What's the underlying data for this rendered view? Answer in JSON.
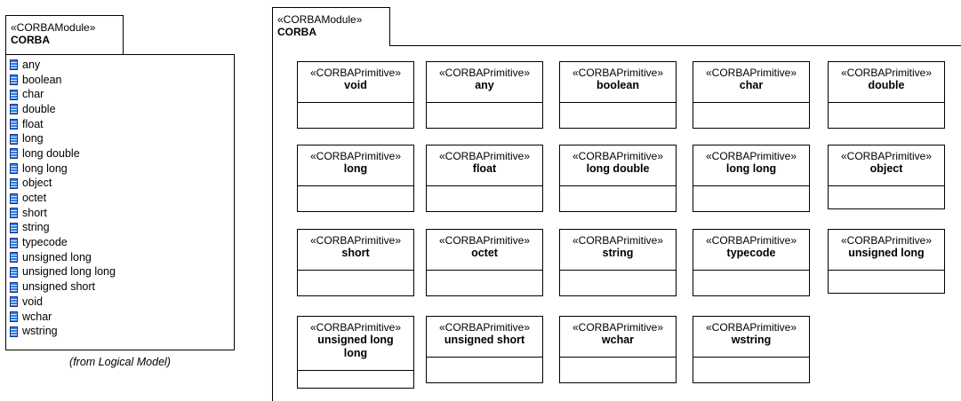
{
  "tree_package": {
    "stereotype": "«CORBAModule»",
    "name": "CORBA",
    "members": [
      "any",
      "boolean",
      "char",
      "double",
      "float",
      "long",
      "long double",
      "long long",
      "object",
      "octet",
      "short",
      "string",
      "typecode",
      "unsigned long",
      "unsigned long long",
      "unsigned short",
      "void",
      "wchar",
      "wstring"
    ],
    "from_note": "(from Logical Model)"
  },
  "diagram_package": {
    "stereotype": "«CORBAModule»",
    "name": "CORBA"
  },
  "class_stereotype": "«CORBAPrimitive»",
  "classes": [
    "void",
    "any",
    "boolean",
    "char",
    "double",
    "long",
    "float",
    "long double",
    "long long",
    "object",
    "short",
    "octet",
    "string",
    "typecode",
    "unsigned long",
    "unsigned long long",
    "unsigned short",
    "wchar",
    "wstring"
  ]
}
